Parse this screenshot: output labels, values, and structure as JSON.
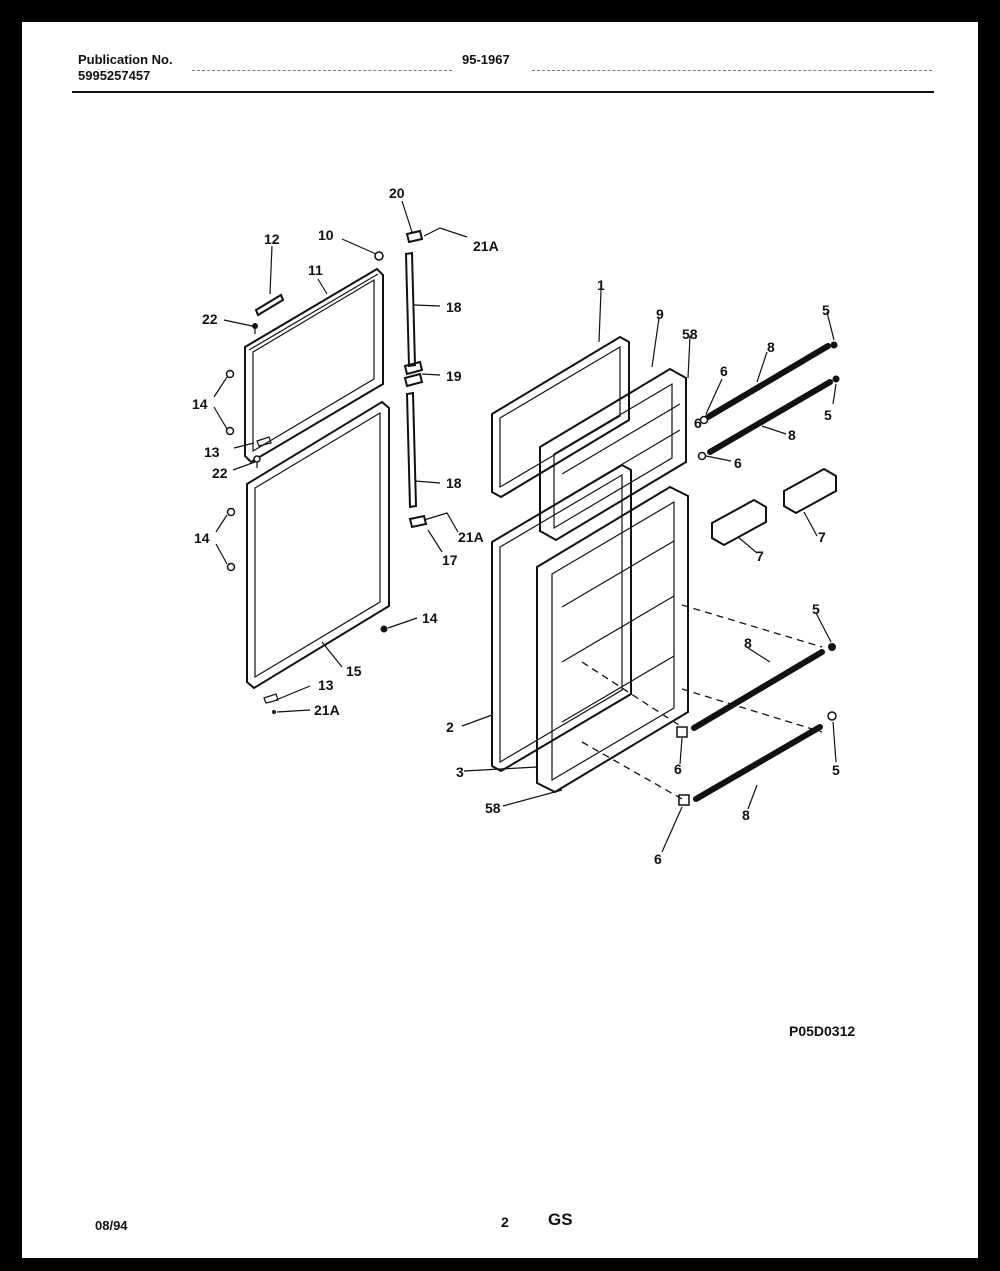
{
  "header": {
    "publication_label": "Publication No.",
    "publication_number": "5995257457",
    "model_code": "95-1967"
  },
  "figure_code": "P05D0312",
  "footer": {
    "date": "08/94",
    "page": "2",
    "section": "GS"
  },
  "callouts": [
    "20",
    "21A",
    "12",
    "10",
    "11",
    "18",
    "22",
    "19",
    "14",
    "13",
    "22",
    "18",
    "14",
    "21A",
    "17",
    "14",
    "15",
    "13",
    "21A",
    "1",
    "9",
    "58",
    "5",
    "8",
    "6",
    "6",
    "5",
    "8",
    "6",
    "7",
    "7",
    "5",
    "8",
    "2",
    "3",
    "6",
    "5",
    "58",
    "8",
    "6"
  ]
}
